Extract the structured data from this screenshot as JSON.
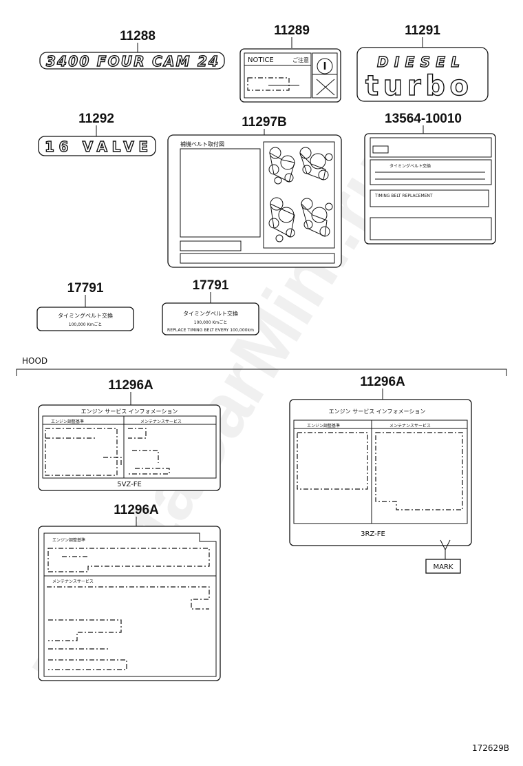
{
  "parts": {
    "p11288": {
      "number": "11288",
      "text": "3400 FOUR CAM 24"
    },
    "p11289": {
      "number": "11289",
      "notice": "NOTICE",
      "mark": "ご注意"
    },
    "p11291": {
      "number": "11291",
      "line1": "DIESEL",
      "line2": "turbo"
    },
    "p11292": {
      "number": "11292",
      "text": "16 VALVE"
    },
    "p11297b": {
      "number": "11297B",
      "title": "補機ベルト取付図"
    },
    "p13564": {
      "number": "13564-10010",
      "line1": "タイミングベルト交換",
      "line2": "TIMING BELT REPLACEMENT"
    },
    "p17791a": {
      "number": "17791",
      "line1": "タイミングベルト交換",
      "line2": "100,000 Kmごと"
    },
    "p17791b": {
      "number": "17791",
      "line1": "タイミングベルト交換",
      "line2": "100,000 Kmごと",
      "line3": "REPLACE TIMING BELT EVERY 100,000km"
    },
    "hood": "HOOD",
    "p11296a1": {
      "number": "11296A",
      "title": "エンジン サービス インフォメーション",
      "left": "エンジン調整基準",
      "right": "メンテナンスサービス",
      "engine": "5VZ-FE"
    },
    "p11296a2": {
      "number": "11296A",
      "title": "エンジン サービス インフォメーション",
      "left": "エンジン調整基準",
      "right": "メンテナンスサービス",
      "engine": "3RZ-FE",
      "mark": "MARK"
    },
    "p11296a3": {
      "number": "11296A",
      "top": "エンジン調整基準",
      "mid": "メンテナンスサービス"
    }
  },
  "watermark": "ToyotaCarMini.ru",
  "diagram_id": "172629B"
}
